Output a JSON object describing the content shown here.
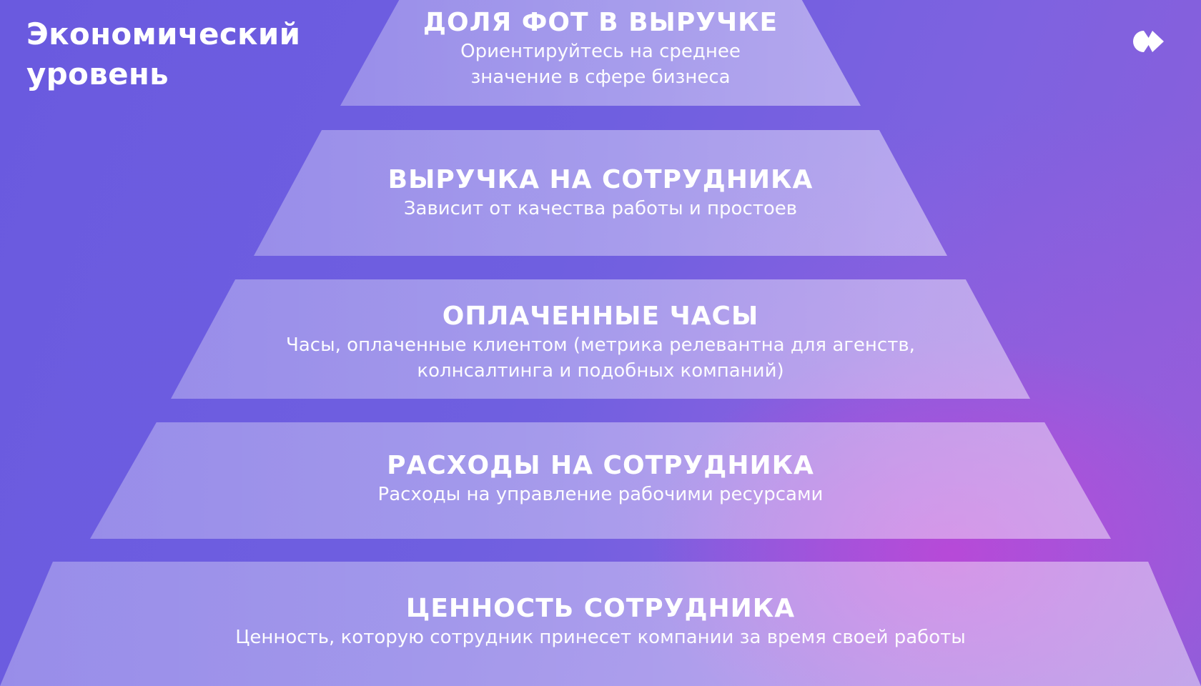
{
  "slide": {
    "title": "Экономический уровень"
  },
  "logo": {
    "icon": "brand-logo-icon",
    "color": "#ffffff"
  },
  "pyramid": {
    "tiers": [
      {
        "heading": "ДОЛЯ ФОТ В ВЫРУЧКЕ",
        "desc_lines": [
          "Ориентируйтесь на среднее",
          "значение в сфере бизнеса"
        ]
      },
      {
        "heading": "ВЫРУЧКА НА СОТРУДНИКА",
        "desc_lines": [
          "Зависит от качества работы и простоев"
        ]
      },
      {
        "heading": "ОПЛАЧЕННЫЕ ЧАСЫ",
        "desc_lines": [
          "Часы, оплаченные клиентом (метрика релевантна для агенств,",
          "колнсалтинга и подобных компаний)"
        ]
      },
      {
        "heading": "РАСХОДЫ НА СОТРУДНИКА",
        "desc_lines": [
          "Расходы на управление рабочими ресурсами"
        ]
      },
      {
        "heading": "ЦЕННОСТЬ СОТРУДНИКА",
        "desc_lines": [
          "Ценность, которую сотрудник принесет компании за время своей работы"
        ]
      }
    ]
  }
}
